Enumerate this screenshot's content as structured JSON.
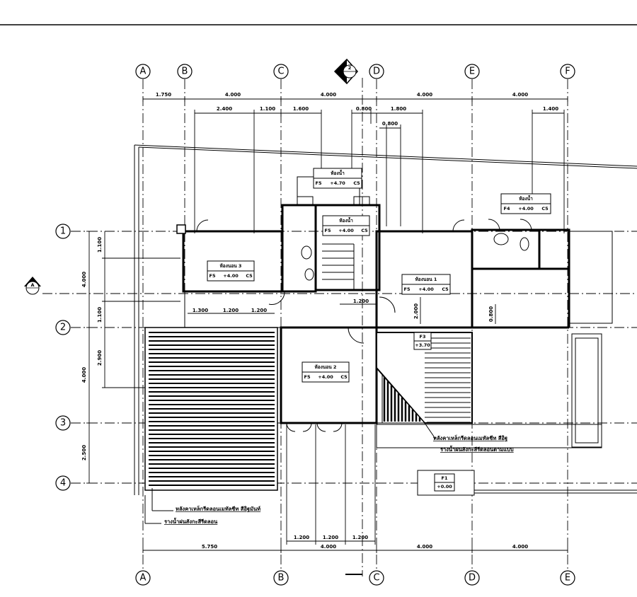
{
  "grid_columns_top": [
    "A",
    "B",
    "C",
    "D",
    "E",
    "F"
  ],
  "grid_columns_bottom": [
    "A",
    "B",
    "C",
    "D",
    "E"
  ],
  "grid_rows": [
    "1",
    "2",
    "3",
    "4"
  ],
  "dimensions": {
    "top_overall": [
      "1.750",
      "4.000",
      "4.000",
      "4.000",
      "4.000"
    ],
    "top_second": [
      "2.400",
      "1.100",
      "1.600",
      "0.800",
      "1.800",
      "1.400"
    ],
    "top_third": [
      "0.800"
    ],
    "left_overall": [
      "4.000",
      "4.000",
      "2.500"
    ],
    "left_inner": [
      "1.100",
      "1.100",
      "2.900"
    ],
    "interior_a": [
      "1.300",
      "1.200",
      "1.200"
    ],
    "interior_b": [
      "1.200"
    ],
    "interior_vertical": [
      "2.000",
      "0.800"
    ],
    "bottom_inner": [
      "1.200",
      "1.200",
      "1.200"
    ],
    "bottom_overall": [
      "5.750",
      "4.000",
      "4.000",
      "4.000"
    ]
  },
  "room_tags": [
    {
      "name": "ห้องนอน 3",
      "level": "+4.00",
      "code_a": "F5",
      "code_b": "C5"
    },
    {
      "name": "ห้องนอน 1",
      "level": "+4.00",
      "code_a": "F5",
      "code_b": "C5"
    },
    {
      "name": "ห้องนอน 2",
      "level": "+4.00",
      "code_a": "F5",
      "code_b": "C5"
    },
    {
      "name": "ห้องน้ำ",
      "level": "+4.00",
      "code_a": "F5",
      "code_b": "C5"
    },
    {
      "name": "ห้องน้ำ",
      "level": "+4.00",
      "code_a": "F4",
      "code_b": "C5"
    },
    {
      "name": "ห้องน้ำ",
      "level": "+4.70",
      "code_a": "F5",
      "code_b": "C5"
    }
  ],
  "level_tags": [
    {
      "code": "F3",
      "level": "+3.70"
    },
    {
      "code": "F1",
      "level": "+0.00"
    }
  ],
  "notes": [
    "หลังคาเหล็กรีดลอนเมทัลชีท สีอิฐมันท์",
    "รางน้ำฝนสังกะสีรีดลอน",
    "หลังคาเหล็กรีดลอนเมทัลชีท สีอิฐ",
    "รางน้ำฝนสังกะสีรีดลอนตามแบบ"
  ],
  "section_markers": [
    "A",
    "2"
  ]
}
